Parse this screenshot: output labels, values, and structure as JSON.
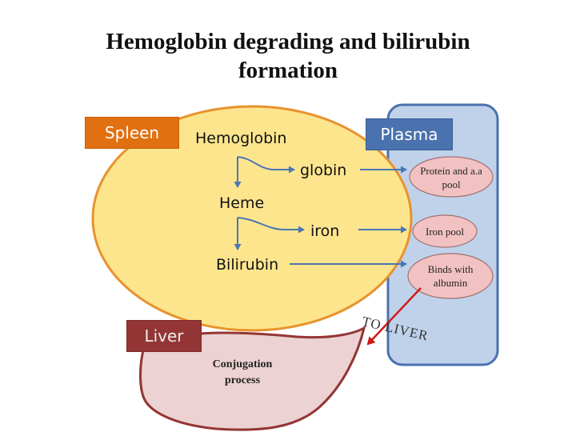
{
  "title": {
    "line1": "Hemoglobin degrading and bilirubin",
    "line2": "formation"
  },
  "labels": {
    "spleen": "Spleen",
    "plasma": "Plasma",
    "liver": "Liver",
    "hemoglobin": "Hemoglobin",
    "globin": "globin",
    "heme": "Heme",
    "iron": "iron",
    "bilirubin": "Bilirubin",
    "protein_pool_line1": "Protein and a.a",
    "protein_pool_line2": "pool",
    "iron_pool": "Iron pool",
    "binds_line1": "Binds with",
    "binds_line2": "albumin",
    "to_liver": "TO LIVER",
    "conjugation_line1": "Conjugation",
    "conjugation_line2": "process"
  },
  "colors": {
    "spleen_fill": "#fde58e",
    "spleen_stroke": "#e8922e",
    "plasma_fill": "#c0d2ea",
    "plasma_stroke": "#4a72ae",
    "liver_fill": "#ecd2d2",
    "liver_stroke": "#943535",
    "node_fill": "#f2c2c2",
    "node_stroke": "#a07070",
    "arrow_blue": "#4a76b2",
    "arrow_red": "#d01818"
  }
}
